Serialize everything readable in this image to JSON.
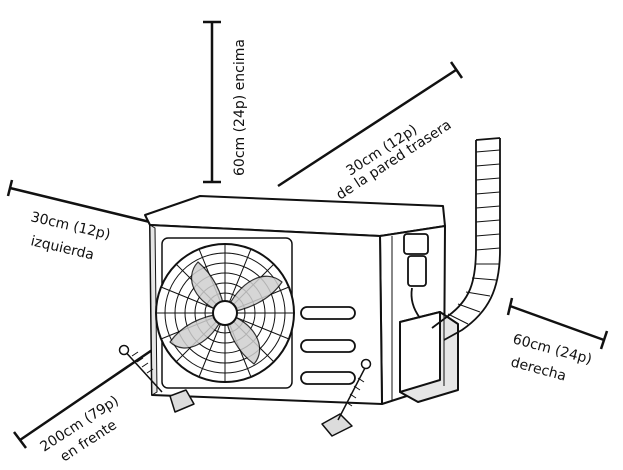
{
  "labels": {
    "top": "60cm (24p) encima",
    "back_line1": "30cm (12p)",
    "back_line2": "de la pared trasera",
    "left_line1": "30cm (12p)",
    "left_line2": "izquierda",
    "right_line1": "60cm (24p)",
    "right_line2": "derecha",
    "front_line1": "200cm (79p)",
    "front_line2": "en frente"
  },
  "colors": {
    "line": "#111111",
    "unit_fill": "#ffffff",
    "shade": "#e6e6e6"
  }
}
